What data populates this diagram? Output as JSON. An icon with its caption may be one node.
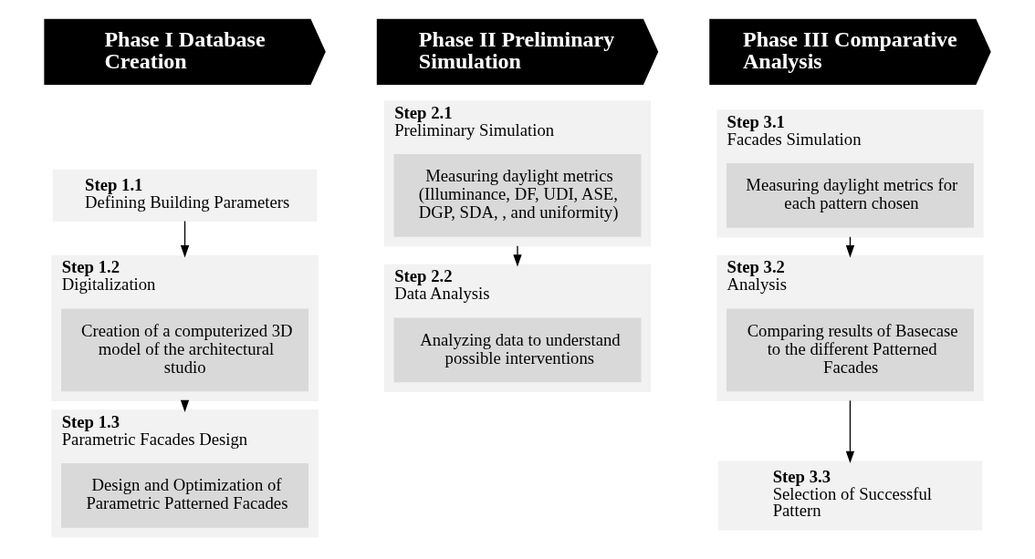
{
  "diagram": {
    "nodes": [
      {
        "text": [
          "Phase I Database Creation"
        ]
      },
      {
        "text": [
          "Step 1.1",
          "Defining Building Parameters"
        ]
      },
      {
        "text": [
          "Step 1.2",
          "Digitalization"
        ]
      },
      {
        "text": [
          "Creation of a computerized 3D model of the architectural studio"
        ],
        "in": 2
      },
      {
        "text": [
          "Step 1.3",
          "Parametric Facades Design"
        ]
      },
      {
        "text": [
          "Design and Optimization of Parametric Patterned Facades"
        ],
        "in": 4
      },
      {
        "text": [
          "Phase II Preliminary Simulation"
        ]
      },
      {
        "text": [
          "Step 2.1",
          "Preliminary Simulation"
        ]
      },
      {
        "text": [
          "Measuring daylight metrics (Illuminance, DF, UDI, ASE, DGP, SDA, , and uniformity)"
        ],
        "in": 7
      },
      {
        "text": [
          "Step 2.2",
          "Data Analysis"
        ]
      },
      {
        "text": [
          "Analyzing data to understand possible interventions"
        ],
        "in": 9
      },
      {
        "text": [
          "Phase III Comparative Analysis"
        ]
      },
      {
        "text": [
          "Step 3.1",
          "Facades Simulation"
        ]
      },
      {
        "text": [
          "Measuring daylight metrics for each pattern chosen"
        ],
        "in": 12
      },
      {
        "text": [
          "Step 3.2",
          "Analysis"
        ]
      },
      {
        "text": [
          "Comparing results of Basecase to the different Patterned Facades"
        ],
        "in": 14
      },
      {
        "text": [
          "Step 3.3",
          "Selection of Successful Pattern"
        ]
      }
    ],
    "edges": [
      {
        "from": 1,
        "to": 2,
        "arrow": "to"
      },
      {
        "from": 2,
        "to": 4,
        "arrow": "to"
      },
      {
        "from": 7,
        "to": 9,
        "arrow": "to"
      },
      {
        "from": 12,
        "to": 14,
        "arrow": "to"
      },
      {
        "from": 14,
        "to": 16,
        "arrow": "to"
      }
    ]
  }
}
